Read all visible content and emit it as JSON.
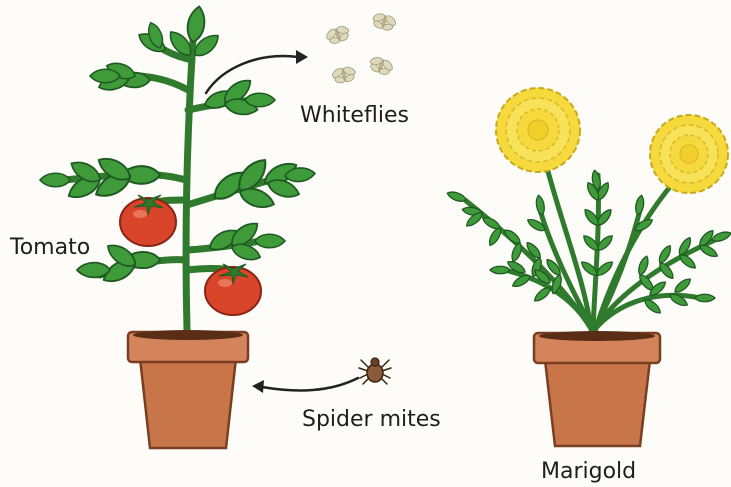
{
  "labels": {
    "tomato": "Tomato",
    "whiteflies": "Whiteflies",
    "spider_mites": "Spider mites",
    "marigold": "Marigold"
  },
  "colors": {
    "leaf": "#3f9b3a",
    "leaf_dark": "#1f5a22",
    "pot": "#c9754a",
    "pot_dark": "#7a3e20",
    "tomato": "#d9452b",
    "marigold_flower": "#f6d93c",
    "insect": "#c9c5a0",
    "mite": "#8a5a3a"
  }
}
